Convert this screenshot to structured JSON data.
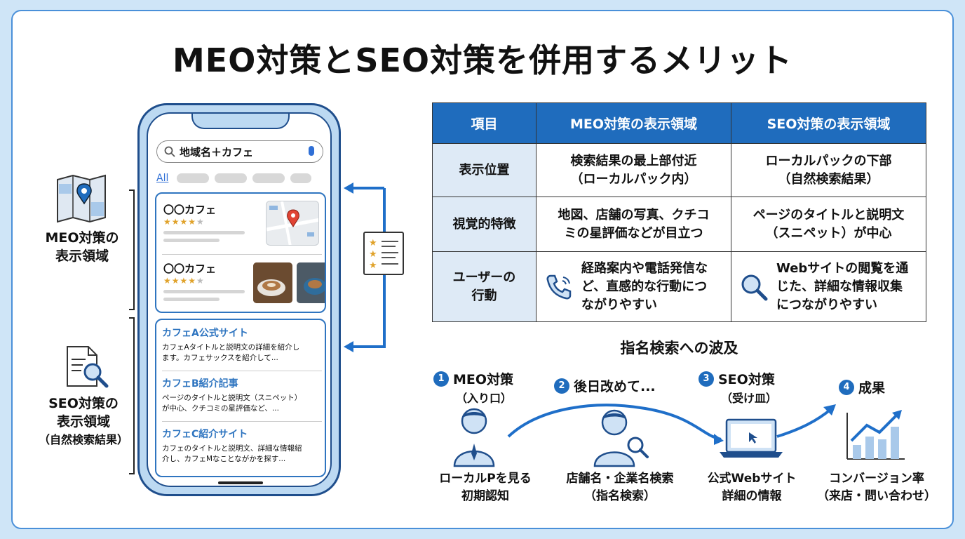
{
  "title": "MEO対策とSEO対策を併用するメリット",
  "side": {
    "meo_label_1": "MEO対策の",
    "meo_label_2": "表示領域",
    "seo_label_1": "SEO対策の",
    "seo_label_2": "表示領域",
    "seo_label_sub": "（自然検索結果）"
  },
  "phone": {
    "search_text": "地域名＋カフェ",
    "chip_all": "All",
    "local_items": [
      {
        "name": "〇〇カフェ",
        "rating": 4.5
      },
      {
        "name": "〇〇カフェ",
        "rating": 4.5
      }
    ],
    "organic_items": [
      {
        "title": "カフェA公式サイト",
        "desc_1": "カフェAタイトルと説明文の詳細を紹介し",
        "desc_2": "ます。カフェサックスを紹介して..."
      },
      {
        "title": "カフェB紹介記事",
        "desc_1": "ページのタイトルと説明文（スニペット）",
        "desc_2": "が中心、クチコミの星評価など、..."
      },
      {
        "title": "カフェC紹介サイト",
        "desc_1": "カフェのタイトルと説明文、詳細な情報紹",
        "desc_2": "介し、カフェMなことながかを探す..."
      }
    ]
  },
  "table": {
    "headers": [
      "項目",
      "MEO対策の表示領域",
      "SEO対策の表示領域"
    ],
    "rows": [
      {
        "item": "表示位置",
        "meo_1": "検索結果の最上部付近",
        "meo_2": "（ローカルパック内）",
        "seo_1": "ローカルパックの下部",
        "seo_2": "（自然検索結果）"
      },
      {
        "item": "視覚的特徴",
        "meo_1": "地図、店舗の写真、クチコ",
        "meo_2": "ミの星評価などが目立つ",
        "seo_1": "ページのタイトルと説明文",
        "seo_2": "（スニペット）が中心"
      },
      {
        "item_1": "ユーザーの",
        "item_2": "行動",
        "meo_1": "経路案内や電話発信な",
        "meo_2": "ど、直感的な行動につ",
        "meo_3": "ながりやすい",
        "seo_1": "Webサイトの閲覧を通",
        "seo_2": "じた、詳細な情報収集",
        "seo_3": "につながりやすい"
      }
    ]
  },
  "flow": {
    "title": "指名検索への波及",
    "steps": [
      {
        "num": "1",
        "head": "MEO対策",
        "sub": "（入り口）",
        "label_1": "ローカルPを見る",
        "label_2": "初期認知"
      },
      {
        "num": "2",
        "head": "後日改めて...",
        "sub": "",
        "label_1": "店舗名・企業名検索",
        "label_2": "（指名検索）"
      },
      {
        "num": "3",
        "head": "SEO対策",
        "sub": "（受け皿）",
        "label_1": "公式Webサイト",
        "label_2": "詳細の情報"
      },
      {
        "num": "4",
        "head": "成果",
        "sub": "",
        "label_1": "コンバージョン率",
        "label_2": "（来店・問い合わせ）"
      }
    ]
  },
  "colors": {
    "accent": "#1f6cbd",
    "header_bg": "#1f6cbd",
    "row_header_bg": "#deeaf6",
    "frame": "#4a90d9",
    "star": "#e0a22a"
  }
}
